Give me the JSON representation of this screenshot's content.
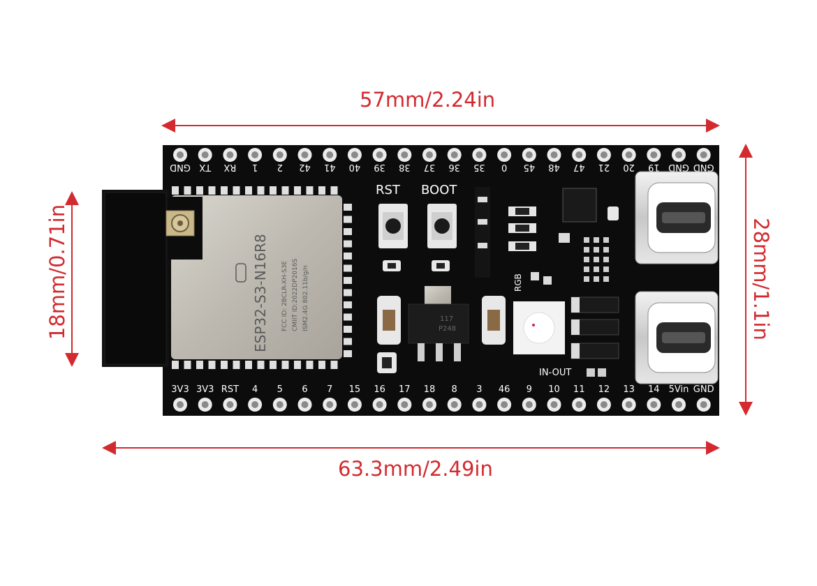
{
  "dimensions": {
    "top_width": "57mm/2.24in",
    "bottom_width": "63.3mm/2.49in",
    "left_height": "18mm/0.71in",
    "right_height": "28mm/1.1in"
  },
  "board": {
    "top_pins": [
      "GND",
      "TX",
      "RX",
      "1",
      "2",
      "42",
      "41",
      "40",
      "39",
      "38",
      "37",
      "36",
      "35",
      "0",
      "45",
      "48",
      "47",
      "21",
      "20",
      "19",
      "GND",
      "GND"
    ],
    "bottom_pins": [
      "3V3",
      "3V3",
      "RST",
      "4",
      "5",
      "6",
      "7",
      "15",
      "16",
      "17",
      "18",
      "8",
      "3",
      "46",
      "9",
      "10",
      "11",
      "12",
      "13",
      "14",
      "5Vin",
      "GND"
    ],
    "buttons": {
      "rst": "RST",
      "boot": "BOOT"
    },
    "module_lines": [
      "ESP32-S3-N16R8",
      "FCC ID: 2BCLR-XH-S3E",
      "CMIIT ID:2022DP2016S",
      "ISM2.4G  802.11b/g/n"
    ],
    "regulator": [
      "117",
      "P248"
    ],
    "rgb_label": "RGB",
    "in_out_label": "IN-OUT"
  },
  "colors": {
    "accent": "#d22a2f",
    "board": "#0c0c0c"
  }
}
